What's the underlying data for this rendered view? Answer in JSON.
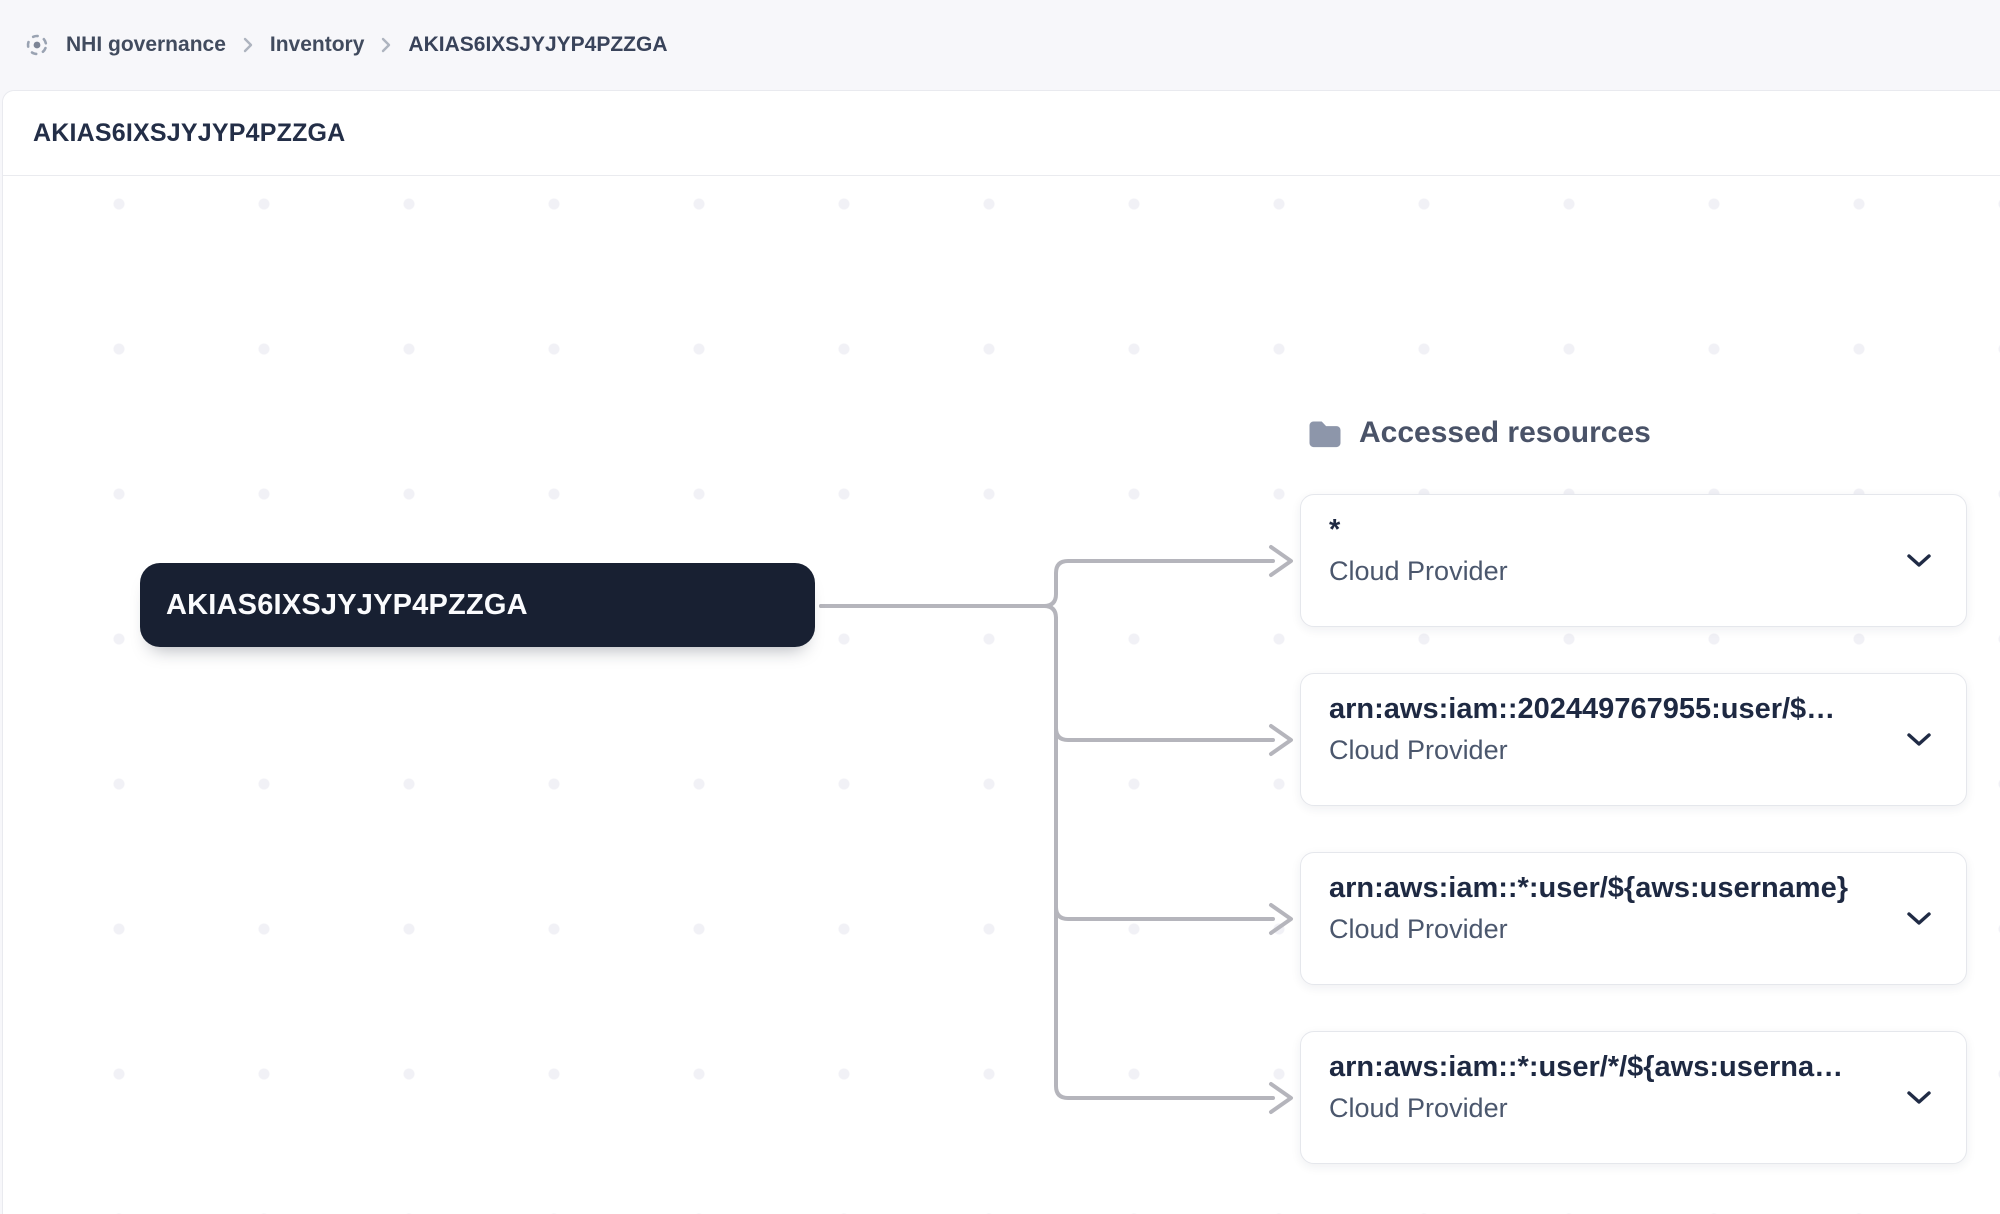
{
  "breadcrumb": {
    "items": [
      {
        "label": "NHI governance"
      },
      {
        "label": "Inventory"
      },
      {
        "label": "AKIAS6IXSJYJYP4PZZGA"
      }
    ]
  },
  "header": {
    "title": "AKIAS6IXSJYJYP4PZZGA"
  },
  "canvas": {
    "node": {
      "label": "AKIAS6IXSJYJYP4PZZGA"
    },
    "group": {
      "label": "Accessed resources"
    },
    "resources": [
      {
        "title": "*",
        "subtitle": "Cloud Provider"
      },
      {
        "title": "arn:aws:iam::202449767955:user/$…",
        "subtitle": "Cloud Provider"
      },
      {
        "title": "arn:aws:iam::*:user/${aws:username}",
        "subtitle": "Cloud Provider"
      },
      {
        "title": "arn:aws:iam::*:user/*/${aws:userna…",
        "subtitle": "Cloud Provider"
      }
    ]
  },
  "colors": {
    "node_background": "#182032",
    "connector": "#b5b5bc",
    "card_border": "#e5e7ec",
    "folder_icon": "#8d96aa",
    "topbar_background": "#f7f7fa"
  }
}
